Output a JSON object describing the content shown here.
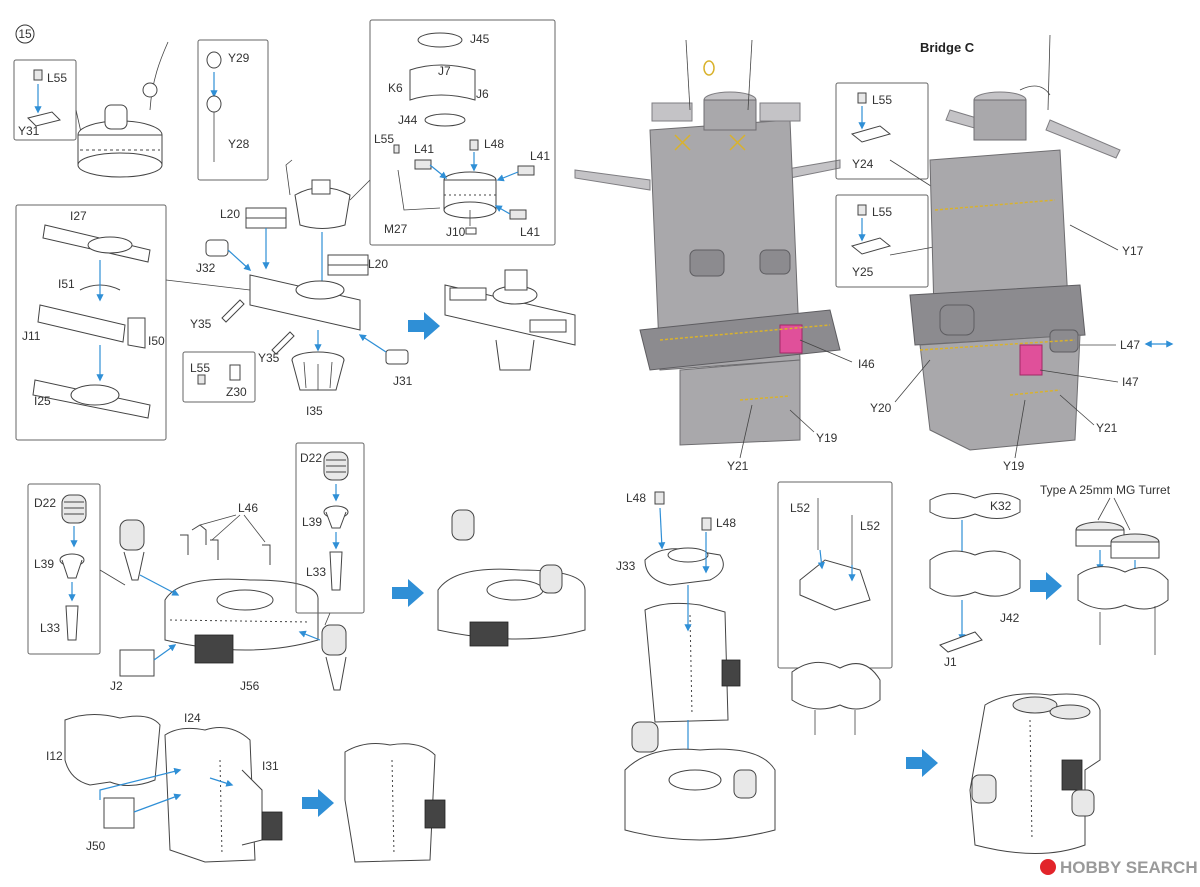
{
  "step": {
    "number": "15"
  },
  "titles": {
    "bridge_c": "Bridge C",
    "mg_turret": "Type A 25mm MG Turret"
  },
  "labels": {
    "L55": "L55",
    "Y31": "Y31",
    "Y29": "Y29",
    "Y28": "Y28",
    "J45": "J45",
    "J7": "J7",
    "K6": "K6",
    "J6": "J6",
    "J44": "J44",
    "L48": "L48",
    "L41": "L41",
    "M27": "M27",
    "J10": "J10",
    "I27": "I27",
    "I51": "I51",
    "J11": "J11",
    "I50": "I50",
    "I25": "I25",
    "L20": "L20",
    "J32": "J32",
    "Y35": "Y35",
    "Z30": "Z30",
    "I35": "I35",
    "J31": "J31",
    "Y24": "Y24",
    "Y25": "Y25",
    "Y17": "Y17",
    "L47": "L47",
    "I46": "I46",
    "I47": "I47",
    "Y20": "Y20",
    "Y21": "Y21",
    "Y19": "Y19",
    "D22": "D22",
    "L39": "L39",
    "L33": "L33",
    "L46": "L46",
    "J2": "J2",
    "J56": "J56",
    "J33": "J33",
    "L52": "L52",
    "K32": "K32",
    "J42": "J42",
    "J1": "J1",
    "I12": "I12",
    "I24": "I24",
    "I31": "I31",
    "J50": "J50"
  },
  "watermark": {
    "brand": "HOBBY SEARCH"
  },
  "colors": {
    "arrow": "#2f8fd6",
    "model_gray": "#a9a8ab",
    "highlight_pink": "#e0509a",
    "etch_yellow": "#d9b22c"
  }
}
